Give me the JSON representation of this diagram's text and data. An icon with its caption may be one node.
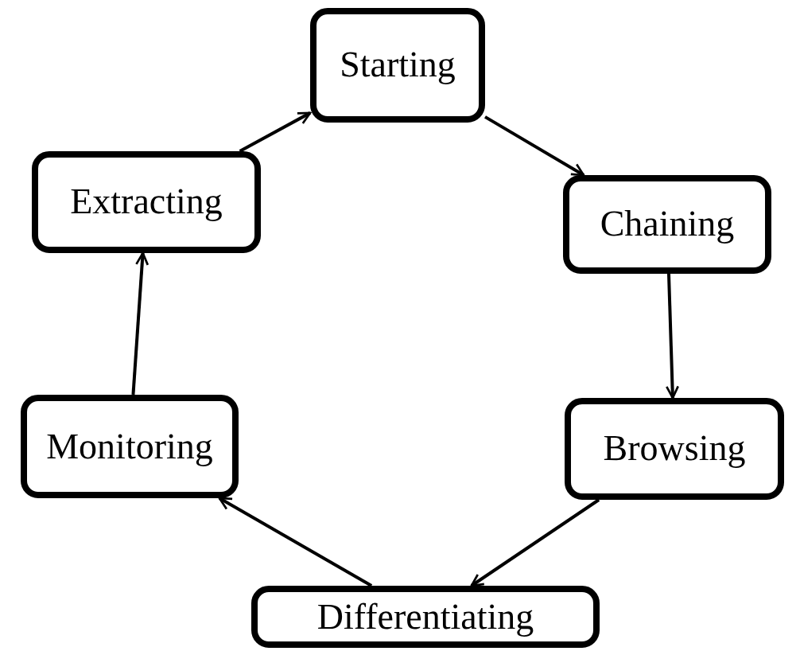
{
  "diagram": {
    "nodes": [
      {
        "text": [
          "Starting"
        ]
      },
      {
        "text": [
          "Chaining"
        ]
      },
      {
        "text": [
          "Browsing"
        ]
      },
      {
        "text": [
          "Differentiating"
        ]
      },
      {
        "text": [
          "Monitoring"
        ]
      },
      {
        "text": [
          "Extracting"
        ]
      }
    ],
    "edges": [
      {
        "from": 0,
        "to": 1,
        "arrow": "to"
      },
      {
        "from": 1,
        "to": 2,
        "arrow": "to"
      },
      {
        "from": 2,
        "to": 3,
        "arrow": "to"
      },
      {
        "from": 3,
        "to": 4,
        "arrow": "to"
      },
      {
        "from": 4,
        "to": 5,
        "arrow": "to"
      },
      {
        "from": 5,
        "to": 0,
        "arrow": "to"
      }
    ]
  }
}
